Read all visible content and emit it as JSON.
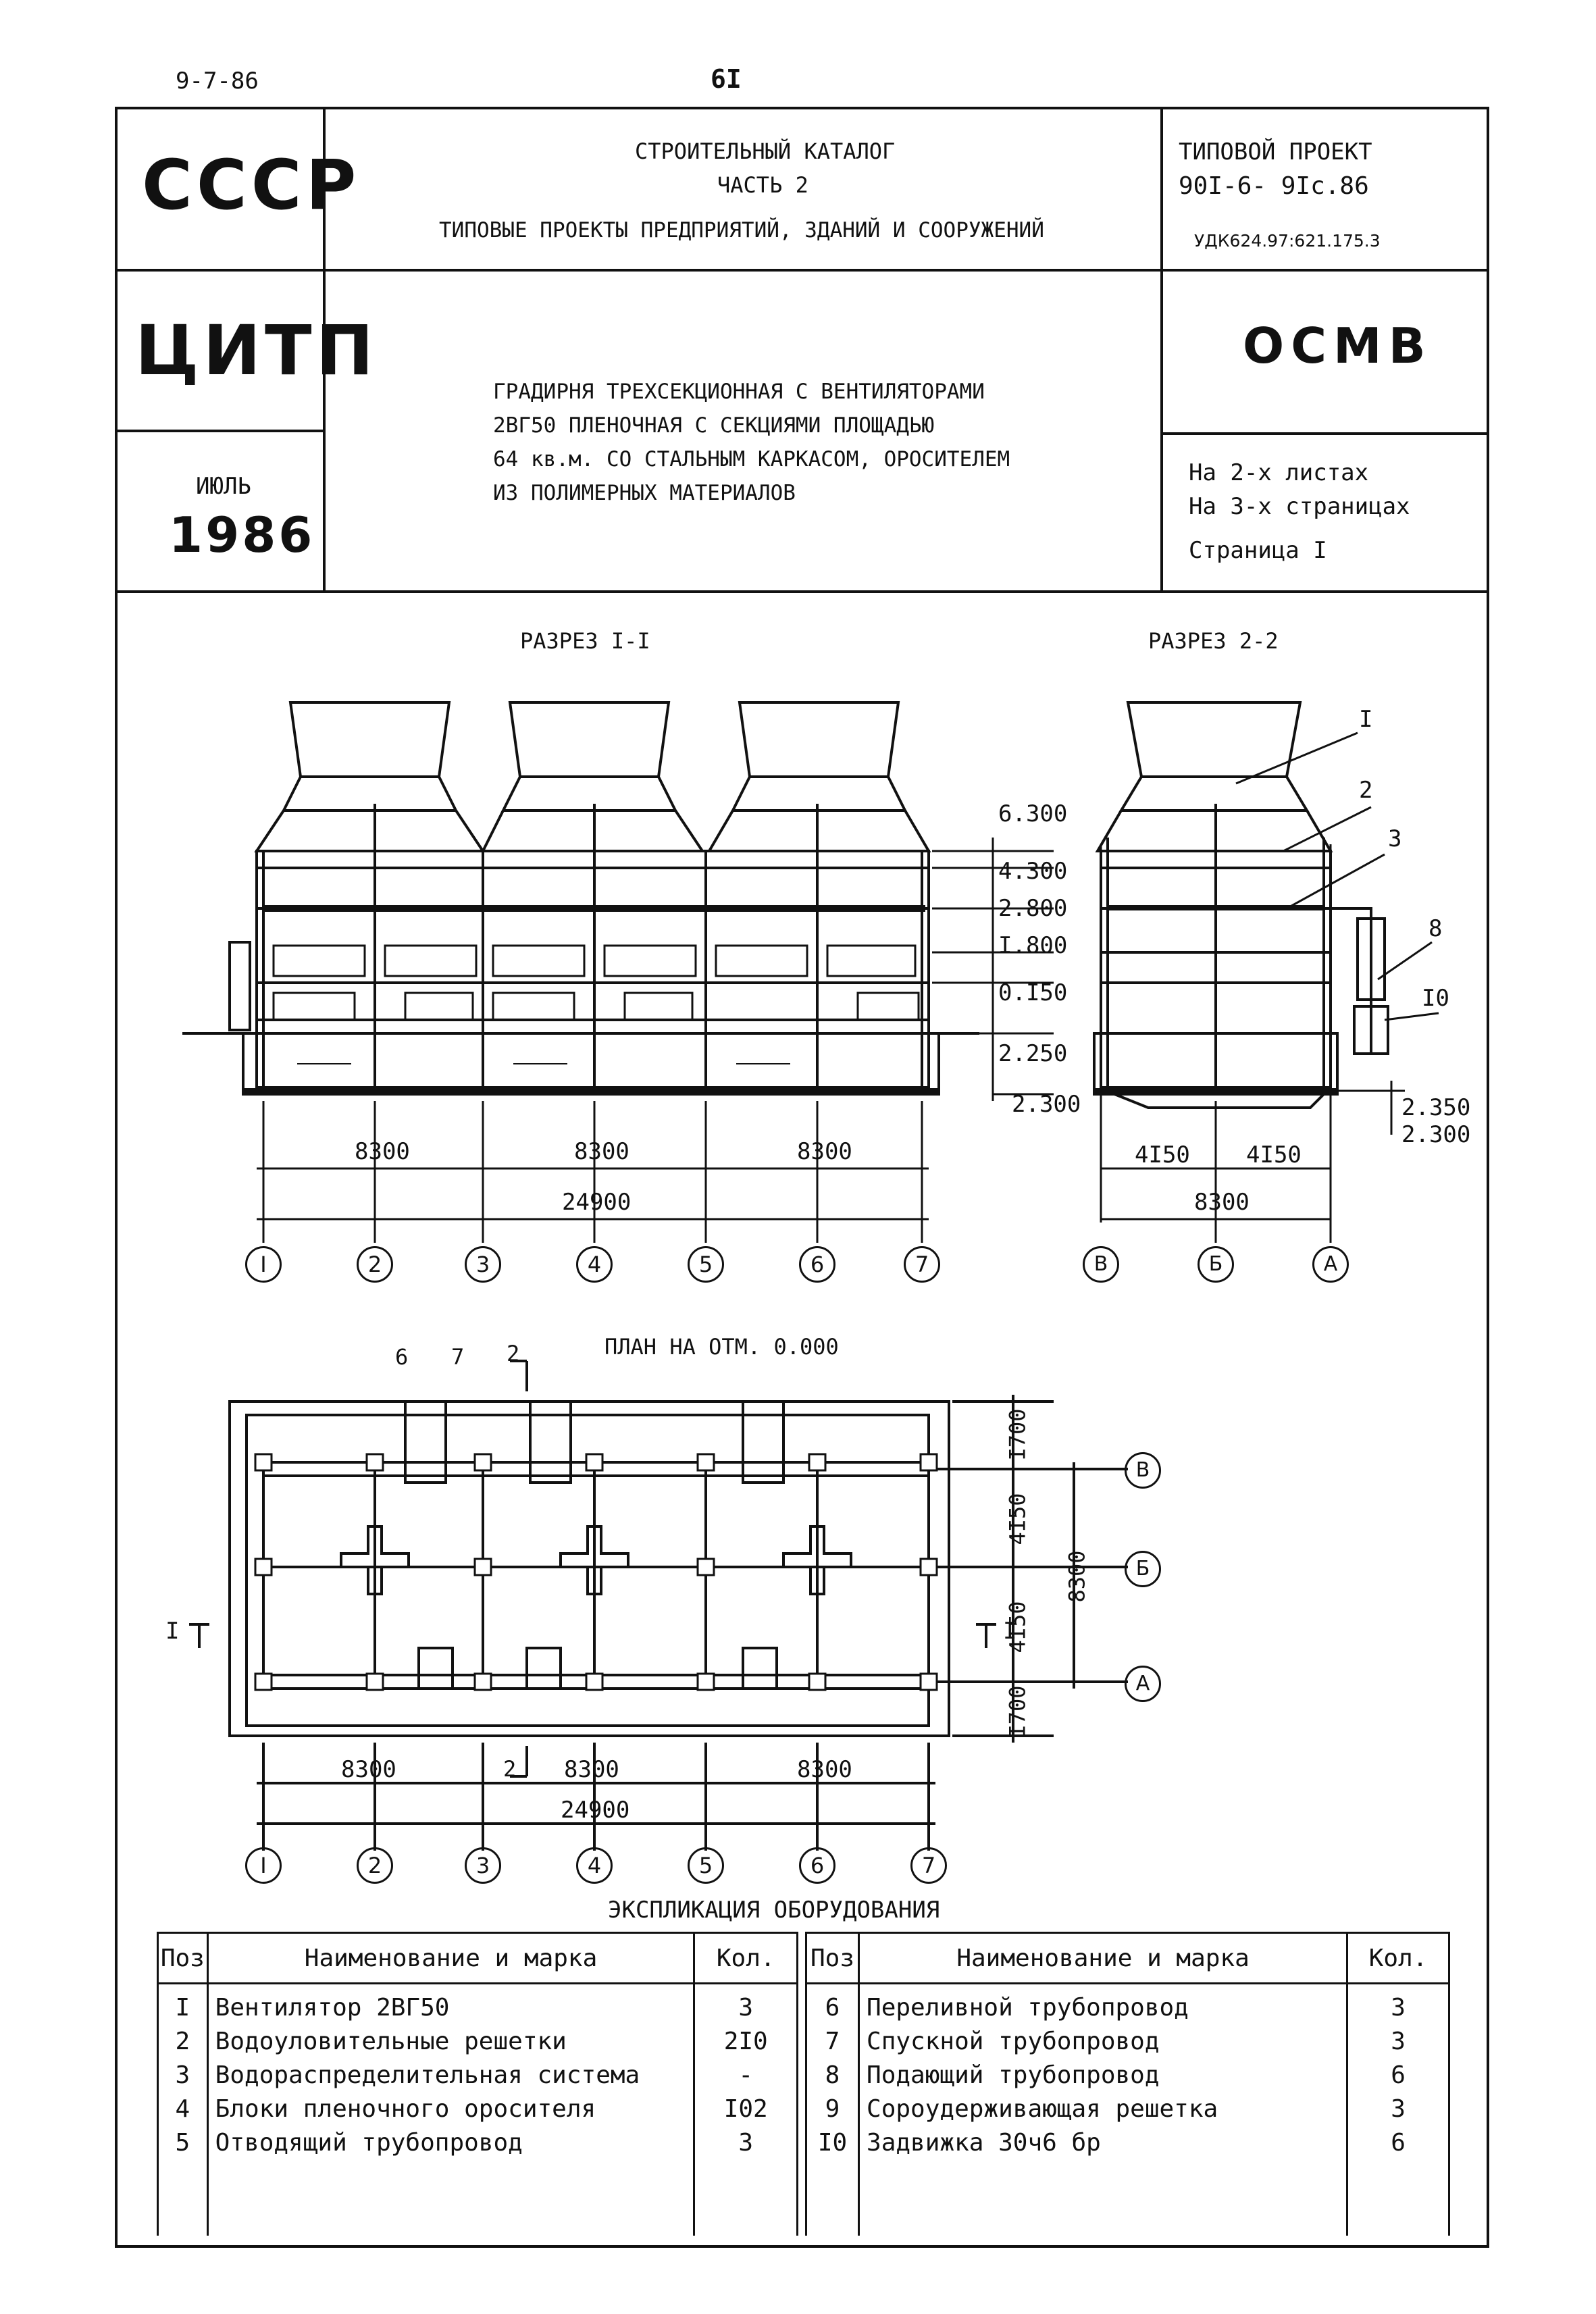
{
  "top": {
    "date": "9-7-86",
    "page_number": "6I"
  },
  "stamp": {
    "country": "СССР",
    "org": "ЦИТП",
    "month": "ИЮЛЬ",
    "year": "1986"
  },
  "header": {
    "catalog_line1": "СТРОИТЕЛЬНЫЙ КАТАЛОГ",
    "catalog_line2": "ЧАСТЬ  2",
    "catalog_line3": "ТИПОВЫЕ ПРОЕКТЫ ПРЕДПРИЯТИЙ, ЗДАНИЙ И СООРУЖЕНИЙ",
    "project_label": "ТИПОВОЙ ПРОЕКТ",
    "project_code": "90I-6- 9Iс.86",
    "udk": "УДК624.97:621.175.3",
    "code": "ОСМВ",
    "title_lines": [
      "ГРАДИРНЯ ТРЕХСЕКЦИОННАЯ С ВЕНТИЛЯТОРАМИ",
      "2ВГ50 ПЛЕНОЧНАЯ С СЕКЦИЯМИ ПЛОЩАДЬЮ",
      "64 кв.м. СО СТАЛЬНЫМ КАРКАСОМ, ОРОСИТЕЛЕМ",
      "ИЗ ПОЛИМЕРНЫХ МАТЕРИАЛОВ"
    ],
    "sheets": "На 2-х листах",
    "pages": "На 3-х страницах",
    "page": "Страница  I"
  },
  "drawing": {
    "section1_title": "РАЗРЕЗ I-I",
    "section2_title": "РАЗРЕЗ 2-2",
    "plan_title": "ПЛАН НА ОТМ. 0.000",
    "elevations": [
      "6.300",
      "4.300",
      "2.800",
      "I.800",
      "0.I50",
      "2.250",
      "2.300"
    ],
    "right_elevations": [
      "2.350",
      "2.300"
    ],
    "dims_section1": [
      "8300",
      "8300",
      "8300"
    ],
    "total_section1": "24900",
    "dims_section2": [
      "4I50",
      "4I50"
    ],
    "total_section2": "8300",
    "axes_numeric": [
      "I",
      "2",
      "3",
      "4",
      "5",
      "6",
      "7"
    ],
    "axes_letter": [
      "В",
      "Б",
      "А"
    ],
    "callouts_section2": [
      "I",
      "2",
      "3",
      "8",
      "I0"
    ],
    "plan_callouts": [
      "6",
      "7",
      "2",
      "2"
    ],
    "plan_vertical_dims": [
      "I700",
      "4I50",
      "4I50",
      "I700"
    ],
    "plan_total_vertical": "8300",
    "plan_dims": [
      "8300",
      "8300",
      "8300"
    ],
    "plan_total": "24900",
    "plan_section_marks": [
      "I",
      "I"
    ]
  },
  "equipment": {
    "title": "ЭКСПЛИКАЦИЯ  ОБОРУДОВАНИЯ",
    "headers": {
      "pos": "Поз",
      "name": "Наименование и марка",
      "qty": "Кол."
    },
    "left": [
      {
        "pos": "I",
        "name": "Вентилятор 2ВГ50",
        "qty": "3"
      },
      {
        "pos": "2",
        "name": "Водоуловительные решетки",
        "qty": "2I0"
      },
      {
        "pos": "3",
        "name": "Водораспределительная система",
        "qty": "-"
      },
      {
        "pos": "4",
        "name": "Блоки пленочного оросителя",
        "qty": "I02"
      },
      {
        "pos": "5",
        "name": "Отводящий трубопровод",
        "qty": "3"
      }
    ],
    "right": [
      {
        "pos": "6",
        "name": "Переливной трубопровод",
        "qty": "3"
      },
      {
        "pos": "7",
        "name": "Спускной трубопровод",
        "qty": "3"
      },
      {
        "pos": "8",
        "name": "Подающий трубопровод",
        "qty": "6"
      },
      {
        "pos": "9",
        "name": "Сороудерживающая решетка",
        "qty": "3"
      },
      {
        "pos": "I0",
        "name": "Задвижка 30ч6 бр",
        "qty": "6"
      }
    ]
  }
}
